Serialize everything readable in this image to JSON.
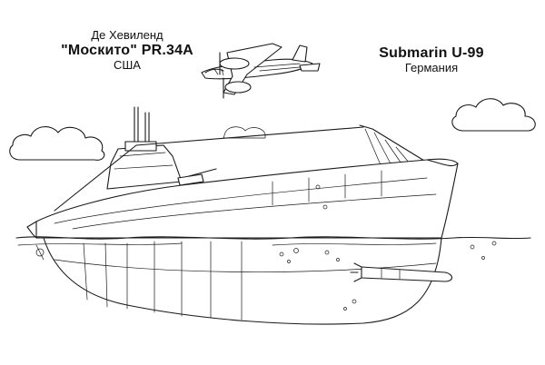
{
  "left_caption": {
    "maker": "Де Хевиленд",
    "model": "\"Москито\" PR.34A",
    "country": "США"
  },
  "right_caption": {
    "model": "Submarin U-99",
    "country": "Германия"
  }
}
